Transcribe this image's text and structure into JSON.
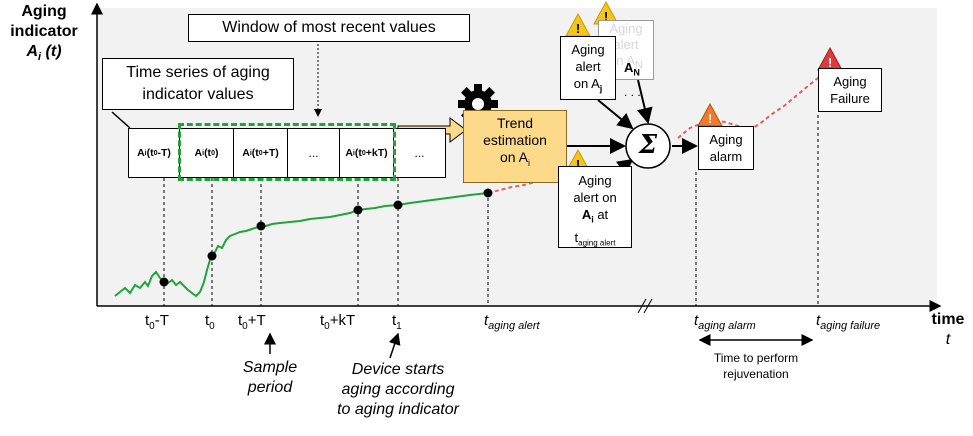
{
  "y_axis": {
    "label_line1": "Aging",
    "label_line2": "indicator",
    "symbol": "A",
    "symbol_sub": "i",
    "symbol_tail": " (t)"
  },
  "x_axis": {
    "label": "time",
    "symbol": "t"
  },
  "callouts": {
    "window": "Window of most recent values",
    "time_series_line1": "Time series of aging",
    "time_series_line2": "indicator values"
  },
  "series_cells": [
    {
      "main": "A",
      "sub": "i",
      "tail1": "(t",
      "tail_sub": "0",
      "tail2": "-T)"
    },
    {
      "main": "A",
      "sub": "i",
      "tail1": "(t",
      "tail_sub": "0",
      "tail2": ")"
    },
    {
      "main": "A",
      "sub": "i",
      "tail1": "(t",
      "tail_sub": "0",
      "tail2": "+T)"
    },
    {
      "main": "...",
      "sub": "",
      "tail1": "",
      "tail_sub": "",
      "tail2": ""
    },
    {
      "main": "A",
      "sub": "i",
      "tail1": "(t",
      "tail_sub": "0",
      "tail2": "+kT)"
    },
    {
      "main": "...",
      "sub": "",
      "tail1": "",
      "tail_sub": "",
      "tail2": ""
    }
  ],
  "trend_box": {
    "line1": "Trend",
    "line2": "estimation",
    "line3": "on A",
    "line3_sub": "i"
  },
  "alert_boxes": {
    "back": {
      "l1": "Aging",
      "l2": "alert",
      "l3": "on A",
      "l3_sub": "N"
    },
    "front": {
      "l1": "Aging",
      "l2": "alert",
      "l3": "on A",
      "l3_sub": "j"
    },
    "an_label": "A",
    "an_sub": "N",
    "lower": {
      "l1": "Aging",
      "l2": "alert on",
      "l3": "A",
      "l3_sub": "i",
      "l3_tail": " at",
      "l4": "t",
      "l4_sub": "aging alert"
    }
  },
  "sigma": "Σ",
  "alarm_box": {
    "l1": "Aging",
    "l2": "alarm"
  },
  "failure_box": {
    "l1": "Aging",
    "l2": "Failure"
  },
  "ticks": [
    {
      "main": "t",
      "sub": "0",
      "tail": "-T"
    },
    {
      "main": "t",
      "sub": "0",
      "tail": ""
    },
    {
      "main": "t",
      "sub": "0",
      "tail": "+T"
    },
    {
      "main": "t",
      "sub": "0",
      "tail": "+kT"
    },
    {
      "main": "t",
      "sub": "1",
      "tail": ""
    }
  ],
  "time_ticks": [
    {
      "main": "t",
      "sub": "aging alert"
    },
    {
      "main": "t",
      "sub": "aging alarm"
    },
    {
      "main": "t",
      "sub": "aging failure"
    }
  ],
  "notes": {
    "sample_l1": "Sample",
    "sample_l2": "period",
    "device_l1": "Device starts",
    "device_l2": "aging according",
    "device_l3": "to aging indicator",
    "rejuv_l1": "Time to perform",
    "rejuv_l2": "rejuvenation"
  },
  "colors": {
    "green": "#22a33a",
    "red_dashed": "#e06060",
    "trend_fill": "#fdd98a",
    "warn_yellow": "#f5c518",
    "warn_orange": "#f07a2a",
    "warn_red": "#e03a3a"
  },
  "icons": [
    "gear-icon",
    "warning-icon"
  ]
}
